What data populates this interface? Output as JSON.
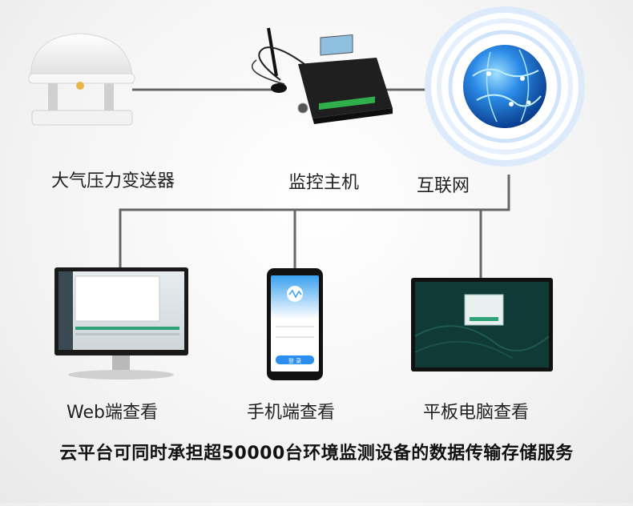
{
  "nodes": {
    "sensor": "大气压力变送器",
    "host": "监控主机",
    "internet": "互联网",
    "web": "Web端查看",
    "mobile": "手机端查看",
    "tablet": "平板电脑查看"
  },
  "banner": "云平台可同时承担超50000台环境监测设备的数据传输存储服务",
  "mobile_screen": {
    "button": "登 录"
  },
  "colors": {
    "line": "#666666",
    "globe": "#1e6fd1",
    "halo": "#d6e8ff",
    "device": "#1a1a1a",
    "tablet_screen": "#0f3a35"
  }
}
